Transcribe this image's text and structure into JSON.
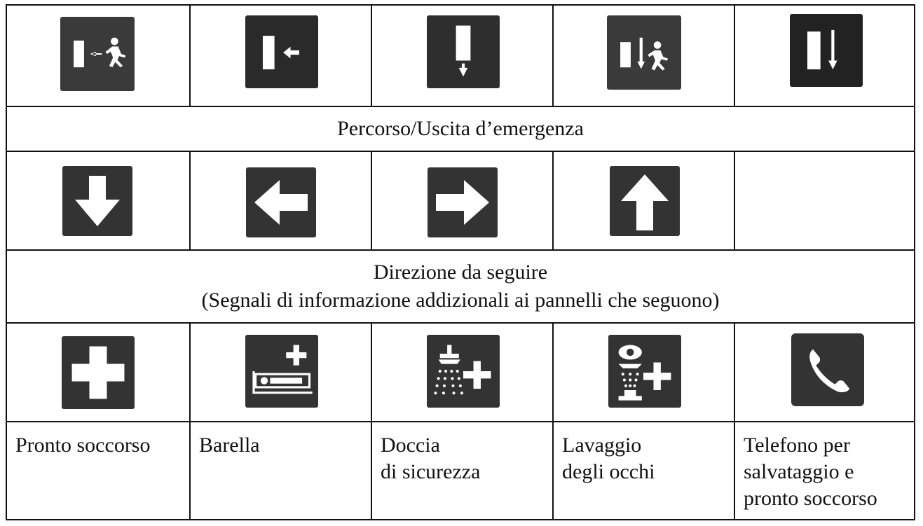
{
  "colors": {
    "sign_background": "#333333",
    "symbol": "#ffffff",
    "rule": "#111111"
  },
  "rows": {
    "emergency": {
      "icons": [
        "exit-left-runner-icon",
        "exit-left-arrow-icon",
        "exit-down-arrow-icon",
        "exit-down-runner-icon",
        "exit-down-arrow-icon"
      ],
      "caption": "Percorso/Uscita d’emergenza"
    },
    "direction": {
      "icons": [
        "arrow-down-icon",
        "arrow-left-icon",
        "arrow-right-icon",
        "arrow-up-icon"
      ],
      "caption_line1": "Direzione da seguire",
      "caption_line2": "(Segnali di informazione addizionali ai pannelli che seguono)"
    },
    "first_aid": {
      "icons": [
        "cross-icon",
        "stretcher-icon",
        "safety-shower-icon",
        "eye-wash-icon",
        "telephone-icon"
      ],
      "labels": [
        "Pronto soccorso",
        "Barella",
        "Doccia\ndi sicurezza",
        "Lavaggio\ndegli occhi",
        "Telefono per\nsalvataggio e\npronto soccorso"
      ]
    }
  }
}
